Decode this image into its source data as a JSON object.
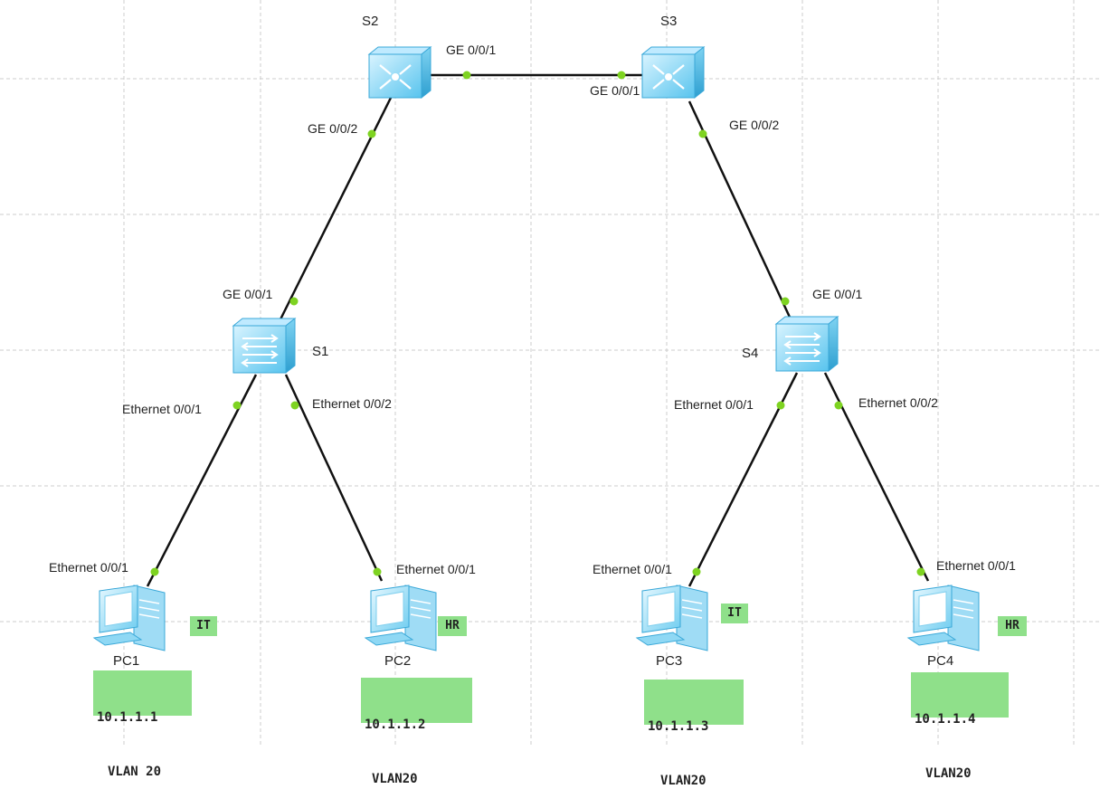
{
  "devices": {
    "s1": {
      "name": "S1"
    },
    "s2": {
      "name": "S2"
    },
    "s3": {
      "name": "S3"
    },
    "s4": {
      "name": "S4"
    },
    "pc1": {
      "name": "PC1"
    },
    "pc2": {
      "name": "PC2"
    },
    "pc3": {
      "name": "PC3"
    },
    "pc4": {
      "name": "PC4"
    }
  },
  "ports": {
    "s2_ge001": "GE 0/0/1",
    "s3_ge001": "GE 0/0/1",
    "s2_ge002": "GE 0/0/2",
    "s3_ge002": "GE 0/0/2",
    "s1_ge001": "GE 0/0/1",
    "s4_ge001": "GE 0/0/1",
    "s1_eth001": "Ethernet 0/0/1",
    "s1_eth002": "Ethernet 0/0/2",
    "s4_eth001": "Ethernet 0/0/1",
    "s4_eth002": "Ethernet 0/0/2",
    "pc1_eth": "Ethernet 0/0/1",
    "pc2_eth": "Ethernet 0/0/1",
    "pc3_eth": "Ethernet 0/0/1",
    "pc4_eth": "Ethernet 0/0/1"
  },
  "notes": {
    "pc1": {
      "ip": "10.1.1.1",
      "vlan": "VLAN 20"
    },
    "pc2": {
      "ip": "10.1.1.2",
      "vlan": "VLAN20"
    },
    "pc3": {
      "ip": "10.1.1.3",
      "vlan": "VLAN20"
    },
    "pc4": {
      "ip": "10.1.1.4",
      "vlan": "VLAN20"
    }
  },
  "tags": {
    "pc1": "IT",
    "pc2": "HR",
    "pc3": "IT",
    "pc4": "HR"
  },
  "colors": {
    "note_bg": "#8fe08a",
    "port_dot": "#7ed321",
    "link": "#111111",
    "grid": "#cccccc"
  }
}
